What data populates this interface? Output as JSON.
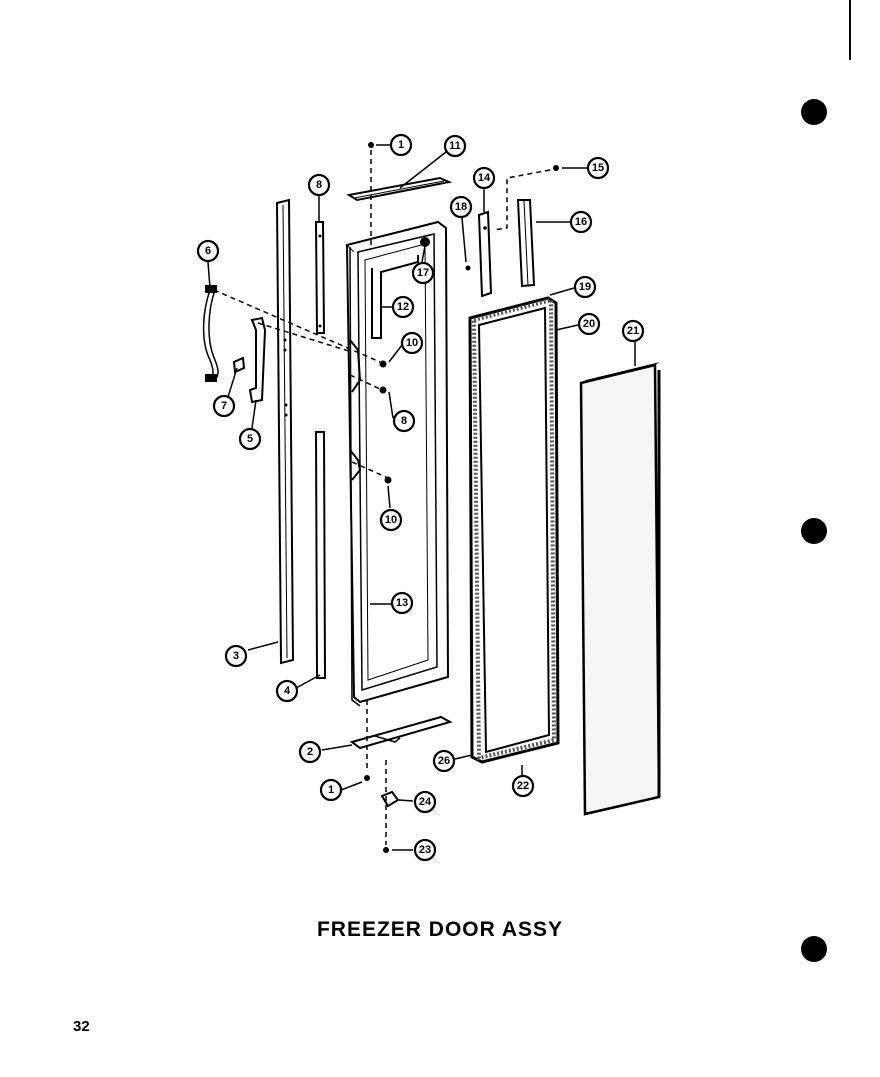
{
  "title": "FREEZER DOOR ASSY",
  "page_number": "32",
  "callouts": [
    "1",
    "11",
    "15",
    "14",
    "16",
    "8",
    "18",
    "17",
    "6",
    "12",
    "19",
    "20",
    "21",
    "10",
    "7",
    "5",
    "8",
    "10",
    "13",
    "3",
    "4",
    "2",
    "1",
    "26",
    "22",
    "24",
    "23"
  ]
}
